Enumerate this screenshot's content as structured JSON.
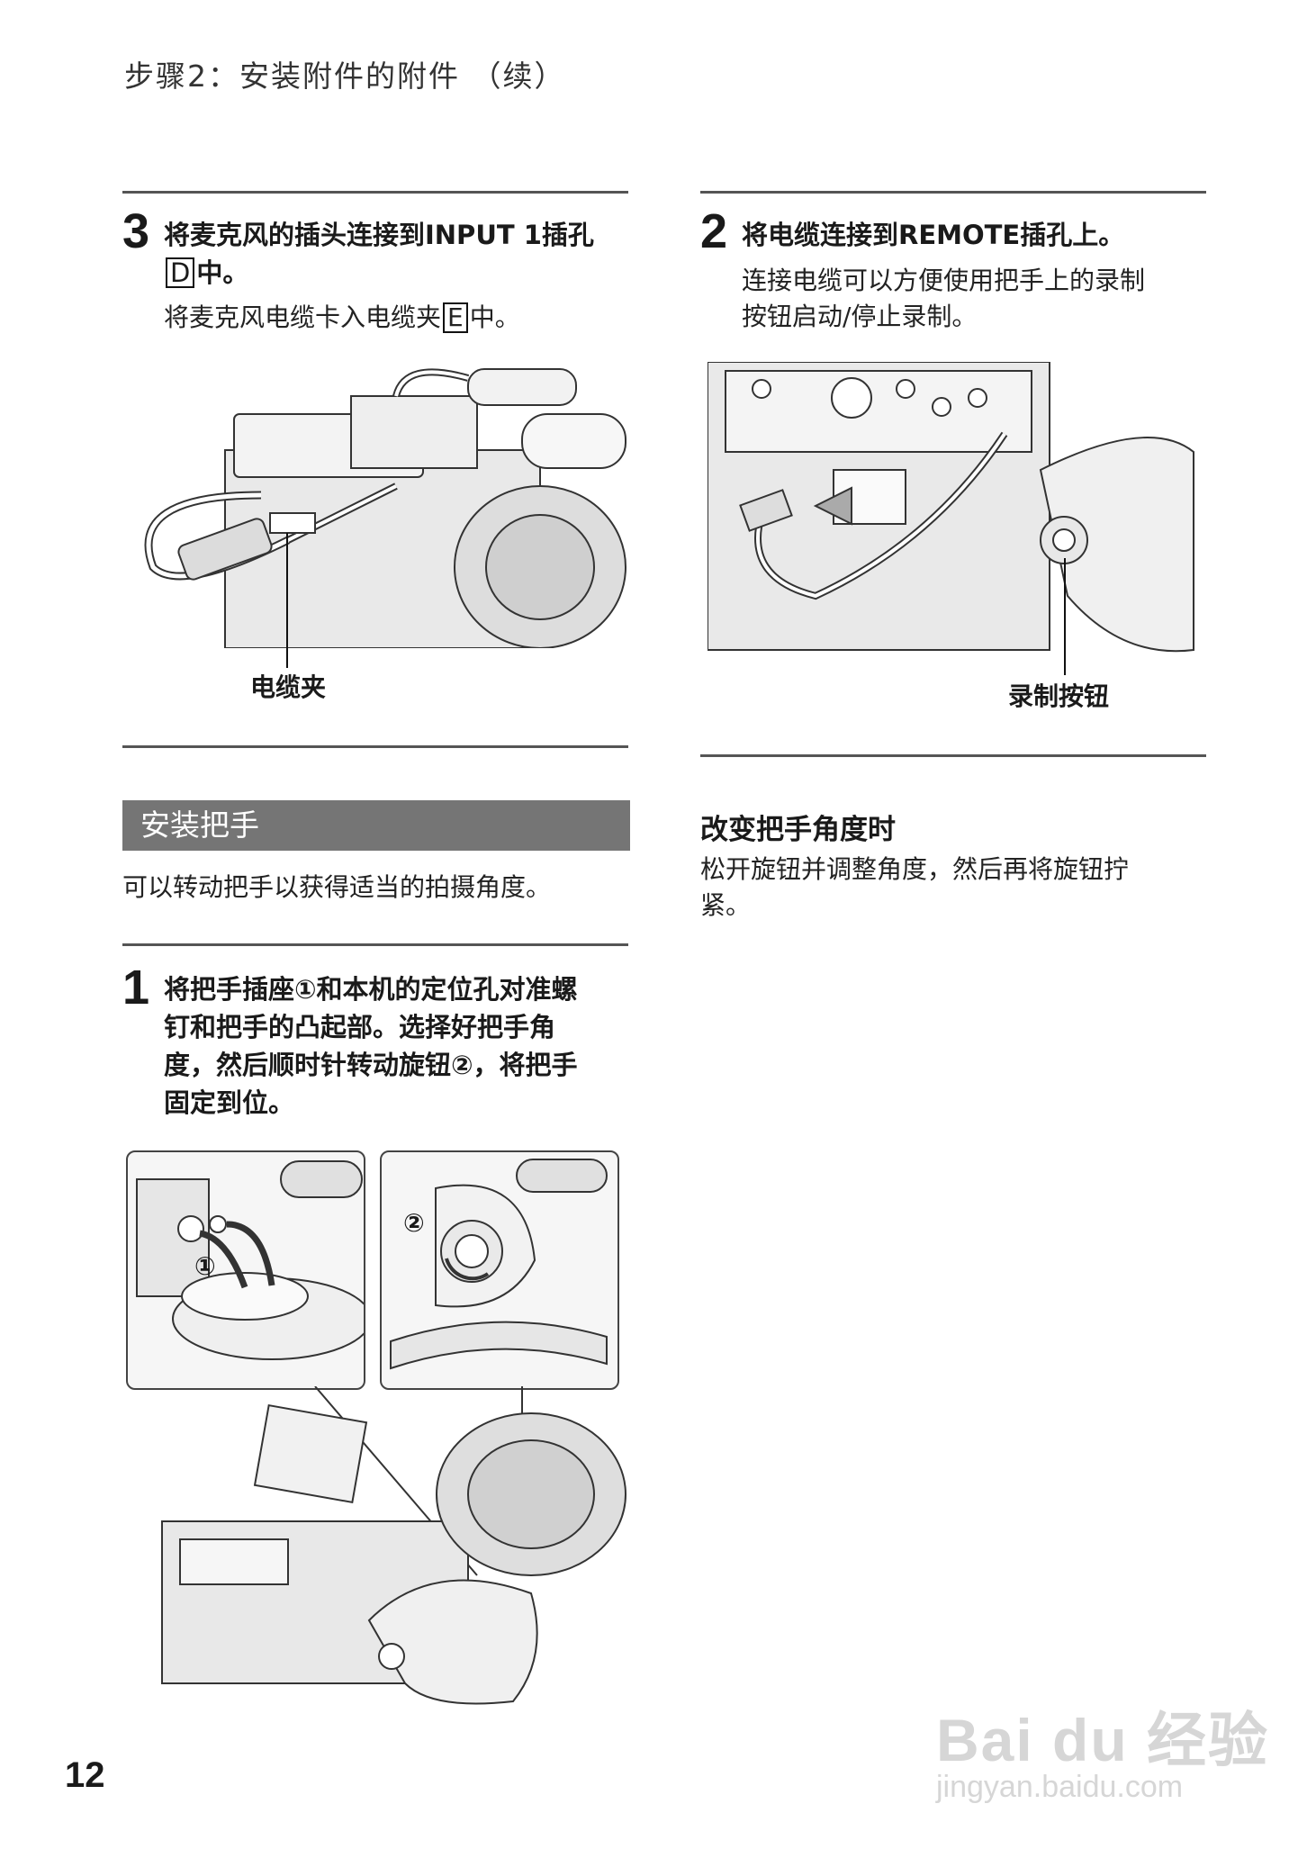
{
  "header": "步骤2：安装附件的附件 （续）",
  "left": {
    "step3": {
      "num": "3",
      "title_line1": "将麦克风的插头连接到INPUT 1插孔",
      "title_box": "D",
      "title_line2_rest": "中。",
      "body_pre": "将麦克风电缆卡入电缆夹",
      "body_box": "E",
      "body_post": "中。",
      "callout": "电缆夹"
    },
    "section_title": "安装把手",
    "section_intro": "可以转动把手以获得适当的拍摄角度。",
    "step1": {
      "num": "1",
      "lines": [
        "将把手插座①和本机的定位孔对准螺",
        "钉和把手的凸起部。选择好把手角",
        "度，然后顺时针转动旋钮②，将把手",
        "固定到位。"
      ]
    },
    "fig_labels": {
      "inset1": "①",
      "inset2": "②"
    }
  },
  "right": {
    "step2": {
      "num": "2",
      "title": "将电缆连接到REMOTE插孔上。",
      "body_lines": [
        "连接电缆可以方便使用把手上的录制",
        "按钮启动/停止录制。"
      ],
      "callout": "录制按钮"
    },
    "subhead": "改变把手角度时",
    "sub_body_lines": [
      "松开旋钮并调整角度，然后再将旋钮拧",
      "紧。"
    ]
  },
  "page_number": "12",
  "watermark": {
    "line1": "Bai du 经验",
    "line2": "jingyan.baidu.com"
  }
}
